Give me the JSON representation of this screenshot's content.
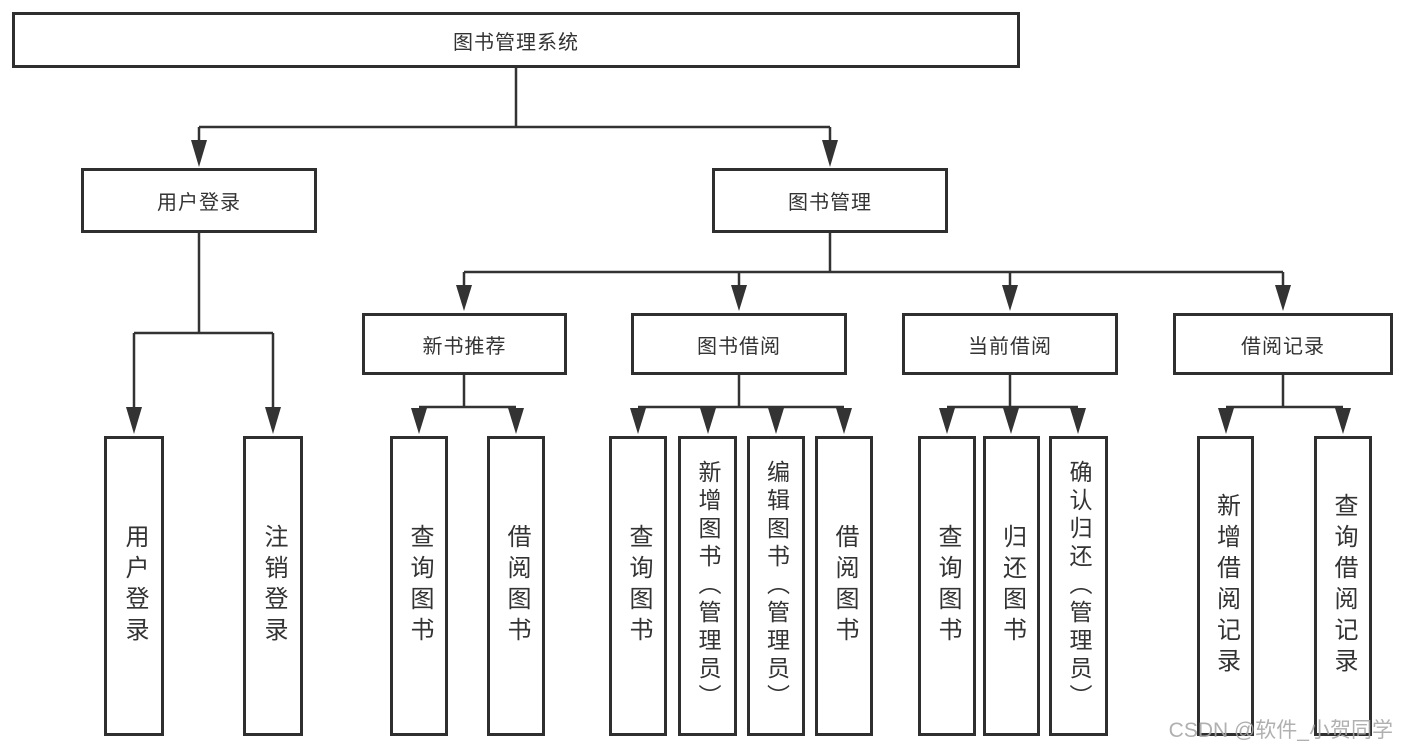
{
  "tree": {
    "label": "图书管理系统",
    "children": [
      {
        "label": "用户登录",
        "children": [
          {
            "label": "用户登录"
          },
          {
            "label": "注销登录"
          }
        ]
      },
      {
        "label": "图书管理",
        "children": [
          {
            "label": "新书推荐",
            "children": [
              {
                "label": "查询图书"
              },
              {
                "label": "借阅图书"
              }
            ]
          },
          {
            "label": "图书借阅",
            "children": [
              {
                "label": "查询图书"
              },
              {
                "label": "新增图书（管理员）"
              },
              {
                "label": "编辑图书（管理员）"
              },
              {
                "label": "借阅图书"
              }
            ]
          },
          {
            "label": "当前借阅",
            "children": [
              {
                "label": "查询图书"
              },
              {
                "label": "归还图书"
              },
              {
                "label": "确认归还（管理员）"
              }
            ]
          },
          {
            "label": "借阅记录",
            "children": [
              {
                "label": "新增借阅记录"
              },
              {
                "label": "查询借阅记录"
              }
            ]
          }
        ]
      }
    ]
  },
  "watermark": "CSDN @软件_小贺同学",
  "colors": {
    "line": "#333333",
    "box_border": "#2f2f2f",
    "text": "#333333",
    "watermark": "#a8a8a8",
    "background": "#ffffff"
  }
}
